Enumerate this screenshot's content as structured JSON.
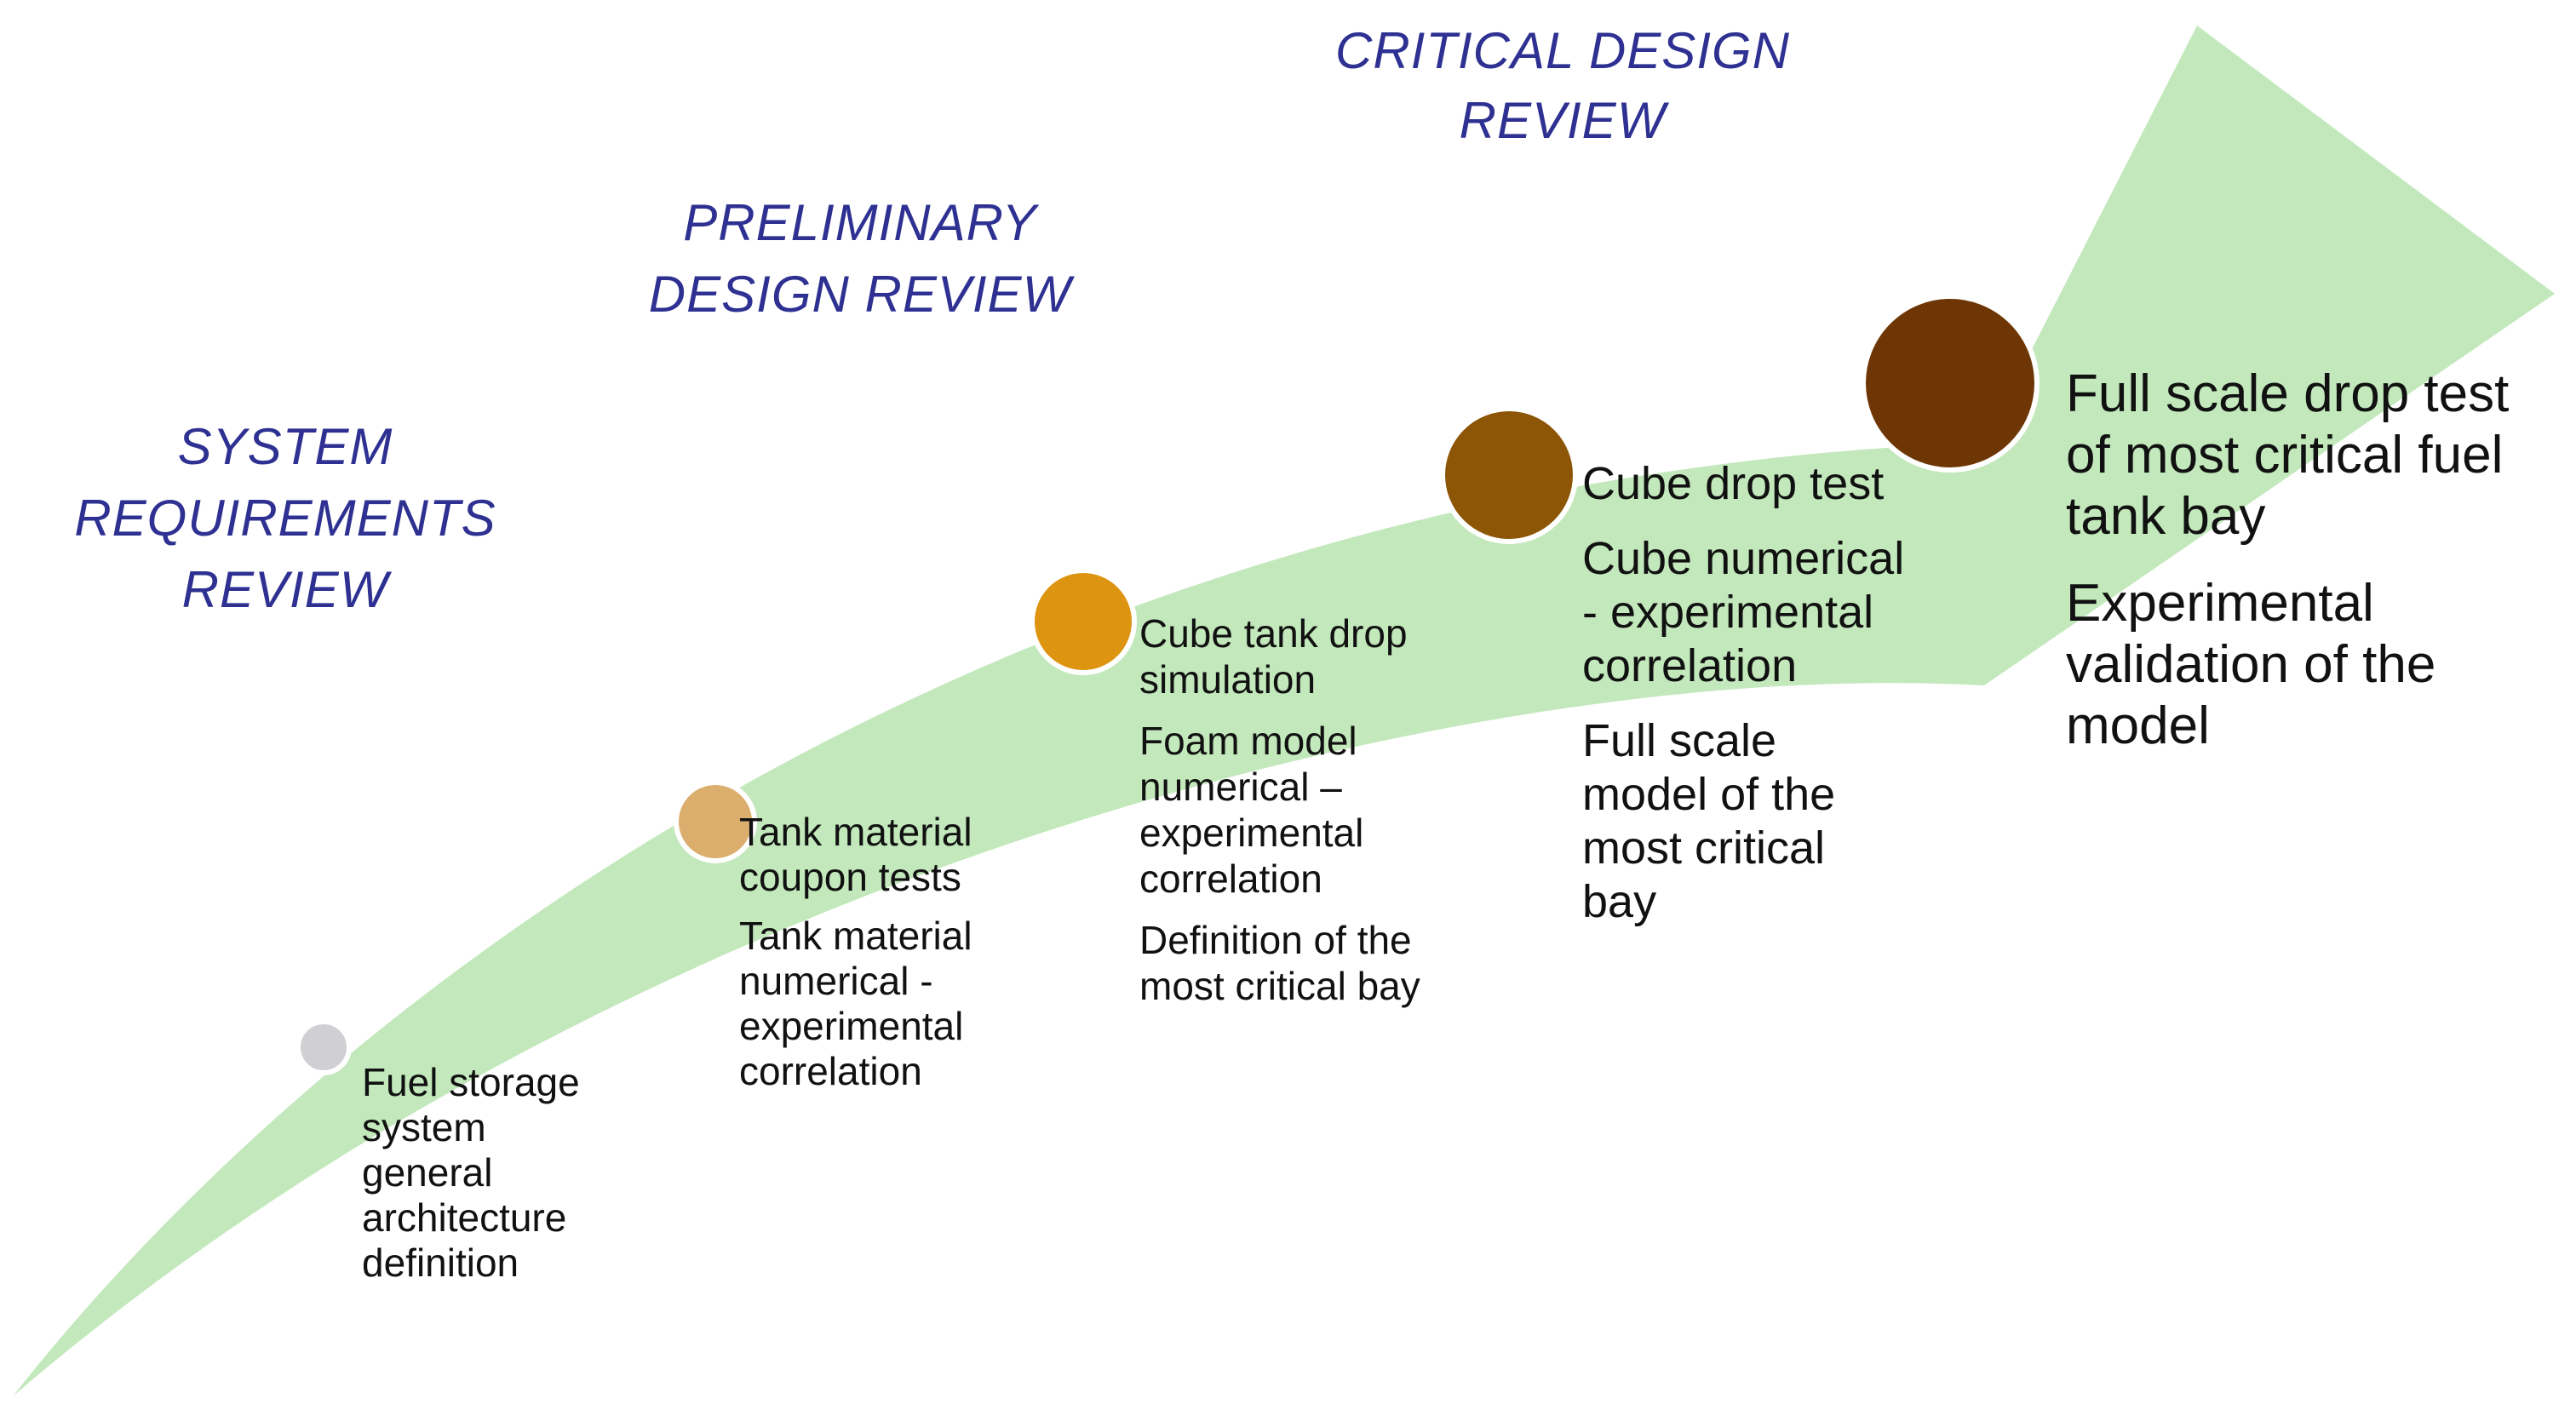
{
  "colors": {
    "arrow_fill": "#c2e8bb",
    "review_text": "#2e3192",
    "milestone_text": "#111111",
    "marker_outline": "#ffffff"
  },
  "reviews": [
    {
      "lines": [
        "SYSTEM",
        "REQUIREMENTS",
        "REVIEW"
      ]
    },
    {
      "lines": [
        "PRELIMINARY",
        "DESIGN REVIEW"
      ]
    },
    {
      "lines": [
        "CRITICAL DESIGN",
        "REVIEW"
      ]
    }
  ],
  "milestones": [
    {
      "color": "#cfcfd4",
      "blocks": [
        [
          "Fuel storage",
          "system",
          "general",
          "architecture",
          "definition"
        ]
      ]
    },
    {
      "color": "#dbae6e",
      "blocks": [
        [
          "Tank material",
          "coupon tests"
        ],
        [
          "Tank material",
          "numerical -",
          "experimental",
          "correlation"
        ]
      ]
    },
    {
      "color": "#dd9410",
      "blocks": [
        [
          "Cube tank drop",
          "simulation"
        ],
        [
          "Foam model",
          "numerical –",
          "experimental",
          "correlation"
        ],
        [
          "Definition of the",
          "most critical bay"
        ]
      ]
    },
    {
      "color": "#8c5606",
      "blocks": [
        [
          "Cube drop test"
        ],
        [
          "Cube numerical",
          "- experimental",
          "correlation"
        ],
        [
          "Full scale",
          "model of the",
          "most critical",
          "bay"
        ]
      ]
    },
    {
      "color": "#6e3604",
      "blocks": [
        [
          "Full scale drop test",
          "of most critical fuel",
          "tank bay"
        ],
        [
          "Experimental",
          "validation of the",
          "model"
        ]
      ]
    }
  ]
}
